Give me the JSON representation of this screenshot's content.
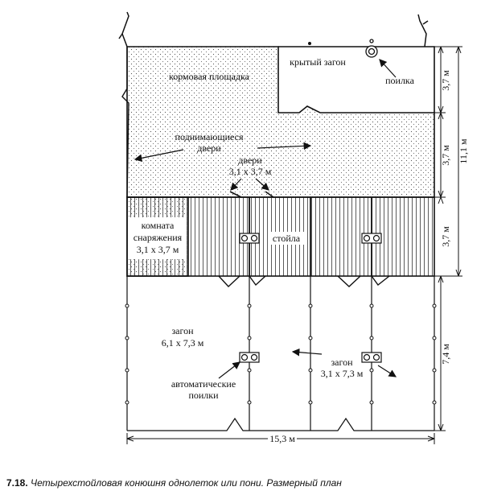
{
  "labels": {
    "feed_area": "кормовая площадка",
    "covered_pen": "крытый загон",
    "drinker": "поилка",
    "lifting_doors_1": "поднимающиеся",
    "lifting_doors_2": "двери",
    "doors_1": "двери",
    "doors_2": "3,1 х 3,7 м",
    "tack_room_1": "комната",
    "tack_room_2": "снаряжения",
    "tack_room_3": "3,1 х 3,7 м",
    "stalls": "стойла",
    "pen_left_1": "загон",
    "pen_left_2": "6,1 х 7,3 м",
    "pen_right_1": "загон",
    "pen_right_2": "3,1 х 7,3 м",
    "auto_drinkers_1": "автоматические",
    "auto_drinkers_2": "поилки"
  },
  "dimensions": {
    "right_1": "3,7 м",
    "right_2": "3,7 м",
    "right_total": "11,1 м",
    "right_3": "3,7 м",
    "right_4": "7,4 м",
    "bottom": "15,3 м"
  },
  "caption": {
    "number": "7.18.",
    "text": "Четырехстойловая конюшня однолеток или пони. Размерный план"
  }
}
